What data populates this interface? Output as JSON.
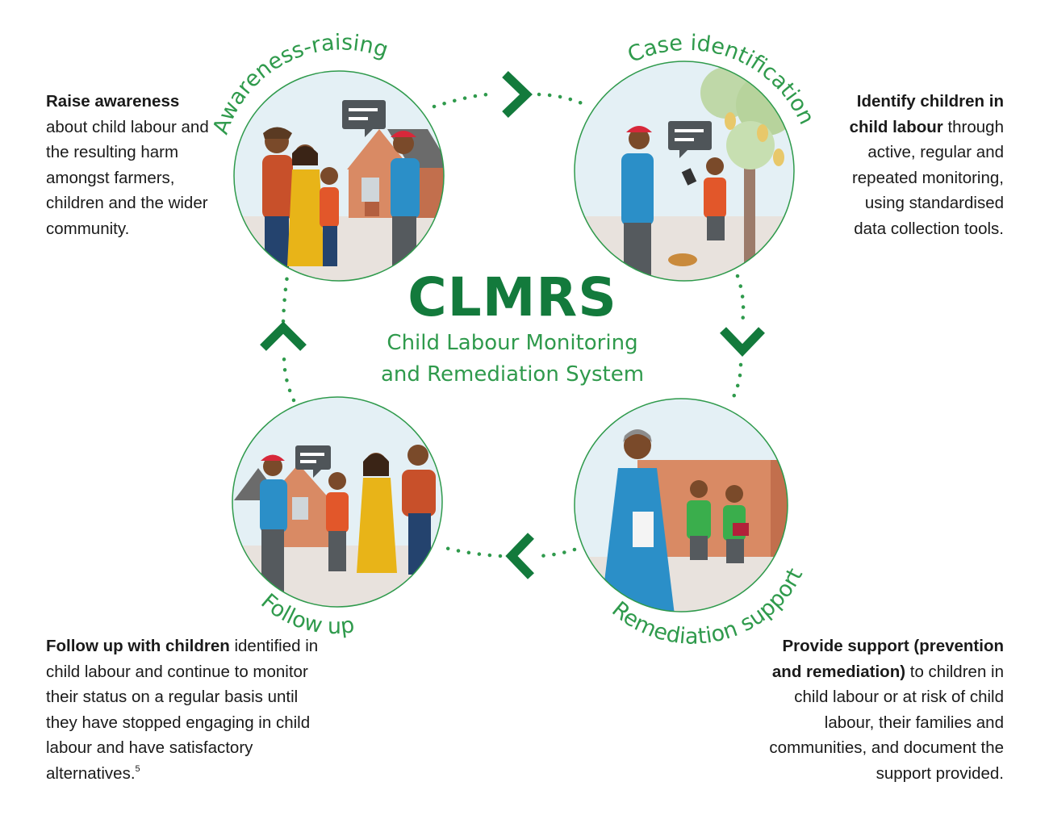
{
  "title": "CLMRS",
  "subtitle_line1": "Child Labour Monitoring",
  "subtitle_line2": "and Remediation System",
  "colors": {
    "dark_green": "#137a3c",
    "green": "#2f9a4c",
    "chevron": "#137a3c",
    "text": "#1a1a1a"
  },
  "steps": [
    {
      "label": "Awareness-raising",
      "icon": "awareness-illustration"
    },
    {
      "label": "Case identification",
      "icon": "case-identification-illustration"
    },
    {
      "label": "Remediation support",
      "icon": "remediation-illustration"
    },
    {
      "label": "Follow up",
      "icon": "follow-up-illustration"
    }
  ],
  "descriptions": {
    "awareness": {
      "bold": "Raise awareness",
      "rest": " about child labour and the resulting harm amongst farmers, children and the wider community."
    },
    "identification": {
      "bold": "Identify children in child labour",
      "rest": " through active, regular and repeated monitoring, using standardised data collection tools."
    },
    "remediation": {
      "bold": "Provide support (prevention and remediation)",
      "rest": " to children in child labour or at risk of child labour, their families and communities, and document the support provided."
    },
    "follow_up": {
      "bold": "Follow up with children",
      "rest": " identified in child labour and continue to monitor their status on a regular basis until they have stopped engaging in child labour and have satisfactory alternatives.",
      "footnote": "5"
    }
  }
}
